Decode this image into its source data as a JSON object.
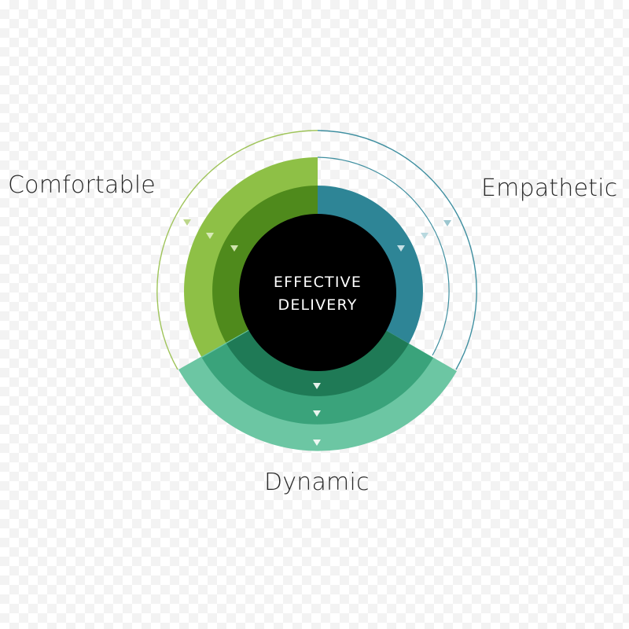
{
  "diagram": {
    "center": {
      "line1": "EFFECTIVE",
      "line2": "DELIVERY"
    },
    "labels": {
      "comfortable": "Comfortable",
      "empathetic": "Empathetic",
      "dynamic": "Dynamic"
    },
    "colors": {
      "comfortable_outer": "#8ec046",
      "comfortable_inner": "#4f8a1c",
      "empathetic_inner": "#2e8596",
      "dynamic_outer": "#6cc6a3",
      "dynamic_middle": "#3aa37b",
      "dynamic_inner": "#1f7a56",
      "center": "#000000",
      "guide_green": "#9fc45a",
      "guide_teal": "#3f8fa0"
    }
  }
}
